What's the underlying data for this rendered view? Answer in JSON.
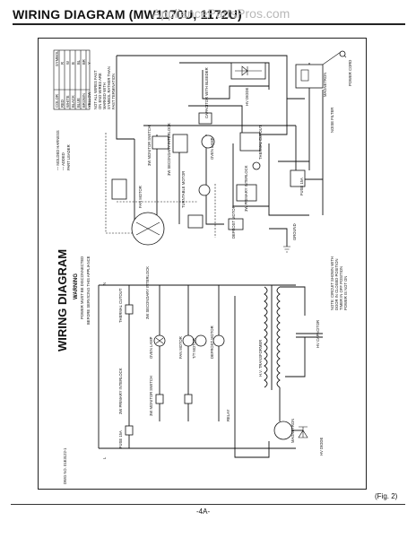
{
  "header": {
    "title": "WIRING DIAGRAM (MW1170U, 1172U)",
    "watermark": "AppliancePartsPros.com"
  },
  "diagram": {
    "main_title": "WIRING DIAGRAM",
    "warning_title": "WARNING",
    "warning_lines": [
      "POWER MUST BE DISCONNECTED",
      "BEFORE SERVICING THIS APPLIANCE"
    ],
    "legend_headers": [
      "COLOR",
      "SYMBOL"
    ],
    "legend_rows": [
      {
        "color": "RED",
        "symbol": "R"
      },
      {
        "color": "WHITE",
        "symbol": "W"
      },
      {
        "color": "BLACK",
        "symbol": "B"
      },
      {
        "color": "BLUE",
        "symbol": "BL"
      },
      {
        "color": "BROWN",
        "symbol": "BR"
      },
      {
        "color": "YELLOW",
        "symbol": "Y"
      }
    ],
    "legend_note": [
      "NOT ALL WIRES FAST",
      "ON END WIRES ARE",
      "MARKED WITH",
      "SYMBOL RATHER THAN",
      "FAST TERMINATION"
    ],
    "harness_labels": [
      "--- MOLDED HARNESS",
      "--- ADDED",
      "PART LEADER"
    ],
    "components": [
      "CAPACITOR WITH BLEEDER",
      "HV DIODE",
      "MAGNETRON",
      "3W MONITOR SWITCH",
      "3W SECONDARY INTERLOCK",
      "OVEN LAMP",
      "FAN MOTOR",
      "TURNTABLE MOTOR",
      "THERMAL CUTOUT",
      "3W PRIMARY INTERLOCK",
      "FUSE 15A",
      "DEFROST MOTOR",
      "POWER CORD",
      "NOISE FILTER",
      "GROUND",
      "HV TRANSFORMER",
      "HV CAPACITOR",
      "MAGNETRON",
      "HV DIODE"
    ],
    "schematic_labels": [
      "L",
      "N",
      "FUSE 15A",
      "THERMAL CUTOUT",
      "3W SECONDARY INTERLOCK",
      "3W PRIMARY INTERLOCK",
      "OVEN LAMP",
      "FAN MOTOR",
      "T/T MOTOR",
      "DEFROST MOTOR",
      "3W MONITOR SWITCH",
      "RELAY",
      "H.V. TRANSFORMER",
      "MAGNETRON"
    ],
    "note_lines": [
      "NOTE: CIRCUIT SHOWN WITH",
      "DOOR IN CLOSED POSITION",
      "TIMER IN OFF POSITION",
      "POWER IS NOT ON"
    ],
    "dwg_number": "DWG NO. 01E3122-1"
  },
  "footer": {
    "fig_label": "(Fig. 2)",
    "page_number": "-4A-"
  }
}
